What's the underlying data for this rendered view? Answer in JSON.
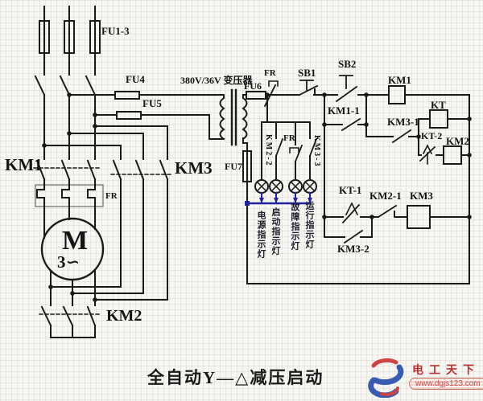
{
  "title": "全自动Y—△减压启动",
  "labels": {
    "fu13": "FU1-3",
    "fu4": "FU4",
    "fu5": "FU5",
    "fu6": "FU6",
    "fu7": "FU7",
    "transformer": "380V/36V 变压器",
    "fr_top": "FR",
    "fr_heater": "FR",
    "fr_lamp": "FR",
    "km1_main": "KM1",
    "km3_main": "KM3",
    "km2_main": "KM2",
    "motor_m": "M",
    "motor_phase": "3∽",
    "sb1": "SB1",
    "sb2": "SB2",
    "km1_coil": "KM1",
    "kt_coil": "KT",
    "km2_coil": "KM2",
    "km3_coil": "KM3",
    "km1_1": "KM1-1",
    "km3_1": "KM3-1",
    "kt_2": "KT-2",
    "kt_1": "KT-1",
    "km2_1": "KM2-1",
    "km3_2": "KM3-2",
    "km2_2": "KM2-2",
    "km3_3": "KM3-3"
  },
  "lamps": [
    "电源指示灯",
    "启动指示灯",
    "故障指示灯",
    "运行指示灯"
  ],
  "watermark": {
    "brand": "电工天下",
    "url": "www.dgjs123.com"
  },
  "colors": {
    "line": "#1a1a1a",
    "bus": "#22229a",
    "brand_red": "#b23434",
    "brand_blue": "#3a5cb0"
  }
}
